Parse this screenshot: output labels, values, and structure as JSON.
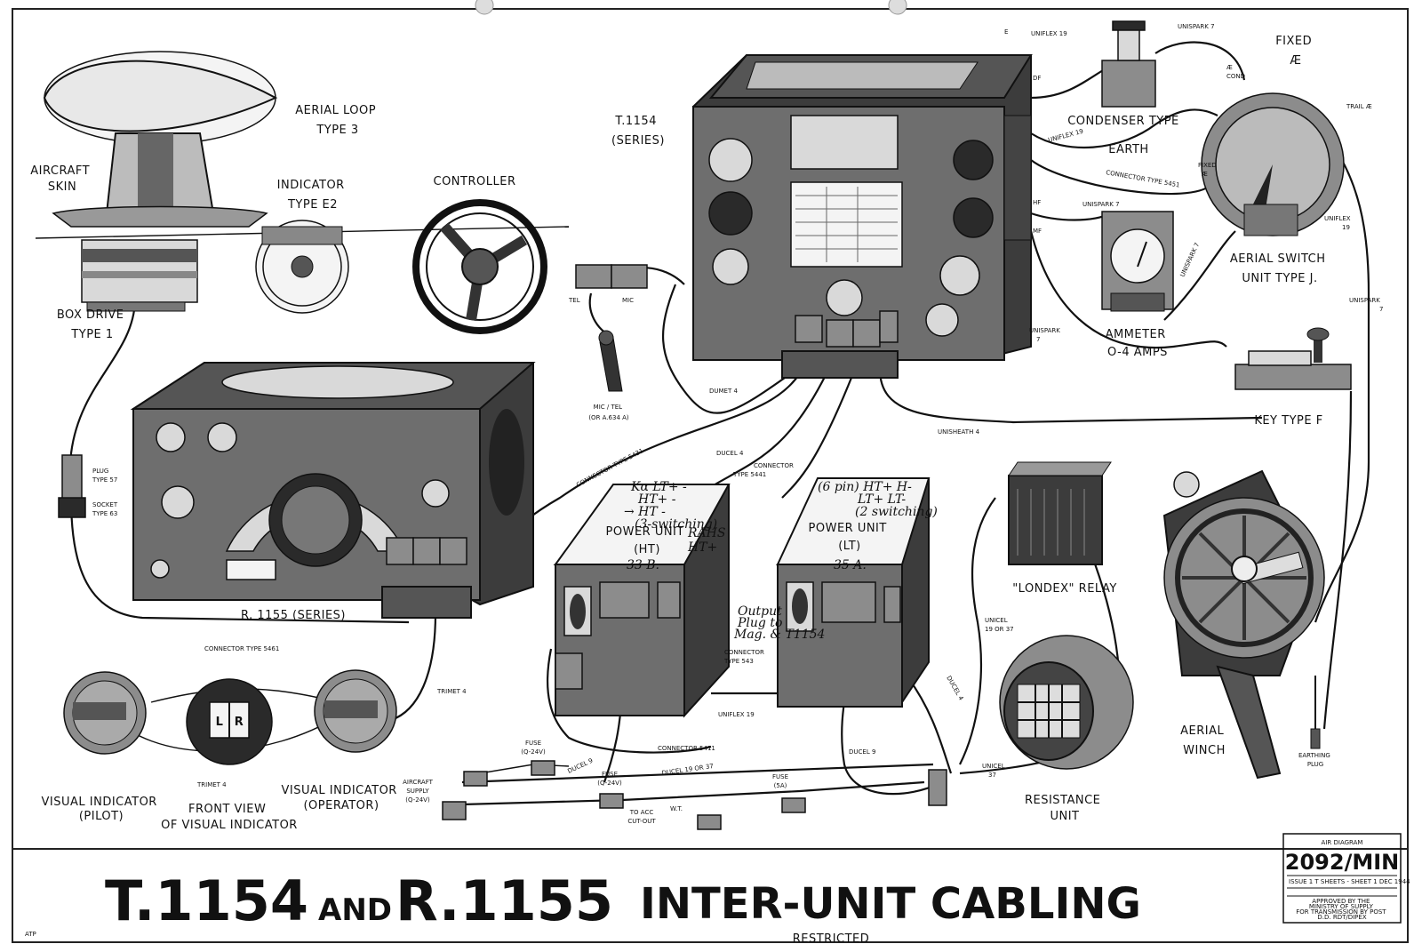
{
  "labels": {
    "aerial_loop": [
      "AERIAL LOOP",
      "TYPE 3"
    ],
    "aircraft_skin": [
      "AIRCRAFT",
      "SKIN"
    ],
    "indicator": [
      "INDICATOR",
      "TYPE E2"
    ],
    "controller": "CONTROLLER",
    "box_drive": [
      "BOX DRIVE",
      "TYPE 1"
    ],
    "t1154": [
      "T.1154",
      "(SERIES)"
    ],
    "condenser": "CONDENSER TYPE",
    "fixed_ae": [
      "FIXED",
      "Æ"
    ],
    "earth": "EARTH",
    "ammeter": [
      "AMMETER",
      "O-4 AMPS"
    ],
    "aerial_switch": [
      "AERIAL SWITCH",
      "UNIT TYPE J."
    ],
    "key": "KEY TYPE F",
    "tel": "TEL",
    "mic": "MIC",
    "mictel": [
      "MIC / TEL",
      "(OR A.634 A)"
    ],
    "r1155": "R. 1155  (SERIES)",
    "power_ht": [
      "POWER UNIT",
      "(HT)",
      "33 B."
    ],
    "power_lt": [
      "POWER UNIT",
      "(LT)",
      "35 A."
    ],
    "londex": "\"LONDEX\" RELAY",
    "resistance": [
      "RESISTANCE",
      "UNIT"
    ],
    "aerial_winch": [
      "AERIAL",
      "WINCH"
    ],
    "vis_pilot": [
      "VISUAL INDICATOR",
      "(PILOT)"
    ],
    "vis_front": [
      "FRONT VIEW",
      "OF VISUAL INDICATOR"
    ],
    "vis_operator": [
      "VISUAL INDICATOR",
      "(OPERATOR)"
    ],
    "lr": [
      "L",
      "R"
    ]
  },
  "small_labels": {
    "plug57": [
      "PLUG",
      "TYPE 57"
    ],
    "socket63": [
      "SOCKET",
      "TYPE 63"
    ],
    "conn5461_bottom": "CONNECTOR TYPE 5461",
    "conn5431": "CONNECTOR TYPE 5431",
    "dumet4": "DUMET 4",
    "ducel4": "DUCEL 4",
    "conn5441": [
      "CONNECTOR",
      "TYPE 5441"
    ],
    "unisheath4": "UNISHEATH 4",
    "trimet4_right": "TRIMET 4",
    "trimet4_bottom": "TRIMET 4",
    "conn543": [
      "CONNECTOR",
      "TYPE 543"
    ],
    "unflex19": "UNIFLEX 19",
    "conn5411": "CONNECTOR 5411",
    "ducel9_a": "DUCEL 9",
    "ducel9_b": "DUCEL 9",
    "ducel19": "DUCEL 19 OR 37",
    "ducel4_r": "DUCEL 4",
    "unicel": [
      "UNICEL",
      "19 OR 37"
    ],
    "unicel37": [
      "UNICEL",
      "37"
    ],
    "fuse1": [
      "FUSE",
      "(Q-24V)"
    ],
    "fuse2": [
      "FUSE",
      "(Q-24V)"
    ],
    "fuse3": [
      "FUSE",
      "(5A)"
    ],
    "aircraft_supply": [
      "AIRCRAFT",
      "SUPPLY",
      "(Q-24V)"
    ],
    "to_acc": [
      "TO ACC",
      "CUT-OUT"
    ],
    "wt": "W.T.",
    "earthing_plug": [
      "EARTHING",
      "PLUG"
    ],
    "df": "DF",
    "hf": "HF",
    "mf": "MF",
    "e": "E",
    "trail": "TRAIL Æ",
    "uniflex19_top": "UNIFLEX 19",
    "unispark7_top": "UNISPARK 7",
    "ae_cond": [
      "Æ",
      "COND"
    ],
    "fixed_small": [
      "FIXED",
      "Æ"
    ],
    "uniflex19_mid": "UNIFLEX 19",
    "conn5451": "CONNECTOR TYPE 5451",
    "unispark7_mid": "UNISPARK 7",
    "unispark7_right": "UNISPARK 7",
    "unispark7_a": [
      "UNISPARK",
      "7"
    ],
    "unispark7_b": [
      "UNISPARK",
      "7"
    ],
    "uniflex19_right": [
      "UNIFLEX",
      "19"
    ]
  },
  "handwritten": {
    "ht_notes": [
      "Kα LT+ -",
      "HT+ -",
      "→ HT -",
      "(3-switching)",
      "RAHS",
      "HT+"
    ],
    "lt_notes": [
      "(6 pin)  HT+  H-",
      "LT+  LT-",
      "(2 switching)"
    ],
    "output_note": [
      "Output",
      "Plug to",
      "Mag. & T1154"
    ]
  },
  "title": {
    "t1154": "T.1154",
    "and": "AND",
    "r1155": "R.1155",
    "cabling": "INTER-UNIT CABLING",
    "restricted": "RESTRICTED"
  },
  "diagram_box": {
    "header": "AIR DIAGRAM",
    "number": "2092/MIN",
    "issue": "ISSUE 1   T SHEETS - SHEET 1   DEC 1944",
    "notes": [
      "APPROVED BY THE",
      "MINISTRY OF SUPPLY",
      "FOR TRANSMISSION BY POST",
      "D.D. RDT/DIPEX"
    ]
  },
  "corner_mark": "ATP"
}
